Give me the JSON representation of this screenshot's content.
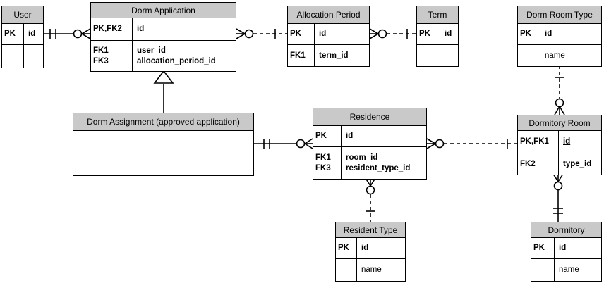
{
  "colors": {
    "background": "#ffffff",
    "header_fill": "#c9c9c9",
    "border": "#000000",
    "line": "#000000"
  },
  "entities": [
    {
      "id": "user",
      "title": "User",
      "rows": [
        {
          "keys": [
            "PK"
          ],
          "attrs": [
            {
              "text": "id",
              "style": "pk"
            }
          ]
        },
        {
          "keys": [],
          "attrs": []
        }
      ]
    },
    {
      "id": "dorm_application",
      "title": "Dorm Application",
      "rows": [
        {
          "keys": [
            "PK,FK2"
          ],
          "attrs": [
            {
              "text": "id",
              "style": "pk"
            }
          ]
        },
        {
          "keys": [
            "FK1",
            "FK3"
          ],
          "attrs": [
            {
              "text": "user_id",
              "style": "fk"
            },
            {
              "text": "allocation_period_id",
              "style": "fk"
            }
          ]
        }
      ]
    },
    {
      "id": "allocation_period",
      "title": "Allocation Period",
      "rows": [
        {
          "keys": [
            "PK"
          ],
          "attrs": [
            {
              "text": "id",
              "style": "pk"
            }
          ]
        },
        {
          "keys": [
            "FK1"
          ],
          "attrs": [
            {
              "text": "term_id",
              "style": "fk"
            }
          ]
        }
      ]
    },
    {
      "id": "term",
      "title": "Term",
      "rows": [
        {
          "keys": [
            "PK"
          ],
          "attrs": [
            {
              "text": "id",
              "style": "pk"
            }
          ]
        },
        {
          "keys": [],
          "attrs": []
        }
      ]
    },
    {
      "id": "dorm_room_type",
      "title": "Dorm Room Type",
      "rows": [
        {
          "keys": [
            "PK"
          ],
          "attrs": [
            {
              "text": "id",
              "style": "pk"
            }
          ]
        },
        {
          "keys": [],
          "attrs": [
            {
              "text": "name",
              "style": "plain"
            }
          ]
        }
      ]
    },
    {
      "id": "dorm_assignment",
      "title": "Dorm Assignment (approved application)",
      "rows": [
        {
          "keys": [],
          "attrs": []
        },
        {
          "keys": [],
          "attrs": []
        }
      ]
    },
    {
      "id": "residence",
      "title": "Residence",
      "rows": [
        {
          "keys": [
            "PK"
          ],
          "attrs": [
            {
              "text": "id",
              "style": "pk"
            }
          ]
        },
        {
          "keys": [
            "FK1",
            "FK3"
          ],
          "attrs": [
            {
              "text": "room_id",
              "style": "fk"
            },
            {
              "text": "resident_type_id",
              "style": "fk"
            }
          ]
        }
      ]
    },
    {
      "id": "dormitory_room",
      "title": "Dormitory Room",
      "rows": [
        {
          "keys": [
            "PK,FK1"
          ],
          "attrs": [
            {
              "text": "id",
              "style": "pk"
            }
          ]
        },
        {
          "keys": [
            "FK2"
          ],
          "attrs": [
            {
              "text": "type_id",
              "style": "fk"
            }
          ]
        }
      ]
    },
    {
      "id": "resident_type",
      "title": "Resident Type",
      "rows": [
        {
          "keys": [
            "PK"
          ],
          "attrs": [
            {
              "text": "id",
              "style": "pk"
            }
          ]
        },
        {
          "keys": [],
          "attrs": [
            {
              "text": "name",
              "style": "plain"
            }
          ]
        }
      ]
    },
    {
      "id": "dormitory",
      "title": "Dormitory",
      "rows": [
        {
          "keys": [
            "PK"
          ],
          "attrs": [
            {
              "text": "id",
              "style": "pk"
            }
          ]
        },
        {
          "keys": [],
          "attrs": [
            {
              "text": "name",
              "style": "plain"
            }
          ]
        }
      ]
    }
  ],
  "relationships": [
    {
      "id": "user-dorm-application",
      "from": "User",
      "to": "Dorm Application",
      "from_cardinality": "one-and-only-one",
      "to_cardinality": "zero-or-many",
      "line_style": "solid"
    },
    {
      "id": "allocation-period-dorm-application",
      "from": "Allocation Period",
      "to": "Dorm Application",
      "from_cardinality": "one",
      "to_cardinality": "zero-or-many",
      "line_style": "dashed"
    },
    {
      "id": "term-allocation-period",
      "from": "Term",
      "to": "Allocation Period",
      "from_cardinality": "one",
      "to_cardinality": "zero-or-many",
      "line_style": "dashed"
    },
    {
      "id": "dorm-room-type-dormitory-room",
      "from": "Dorm Room Type",
      "to": "Dormitory Room",
      "from_cardinality": "one",
      "to_cardinality": "zero-or-many",
      "line_style": "dashed"
    },
    {
      "id": "dorm-assignment-residence",
      "from": "Dorm Assignment (approved application)",
      "to": "Residence",
      "from_cardinality": "one-and-only-one",
      "to_cardinality": "zero-or-many",
      "line_style": "solid"
    },
    {
      "id": "dormitory-room-residence",
      "from": "Dormitory Room",
      "to": "Residence",
      "from_cardinality": "one",
      "to_cardinality": "zero-or-many",
      "line_style": "dashed"
    },
    {
      "id": "resident-type-residence",
      "from": "Resident Type",
      "to": "Residence",
      "from_cardinality": "one",
      "to_cardinality": "zero-or-many",
      "line_style": "dashed"
    },
    {
      "id": "dormitory-dormitory-room",
      "from": "Dormitory",
      "to": "Dormitory Room",
      "from_cardinality": "one-and-only-one",
      "to_cardinality": "zero-or-many",
      "line_style": "solid"
    },
    {
      "id": "dorm-application-dorm-assignment-subtype",
      "type": "subtype",
      "parent": "Dorm Application",
      "child": "Dorm Assignment (approved application)"
    }
  ]
}
